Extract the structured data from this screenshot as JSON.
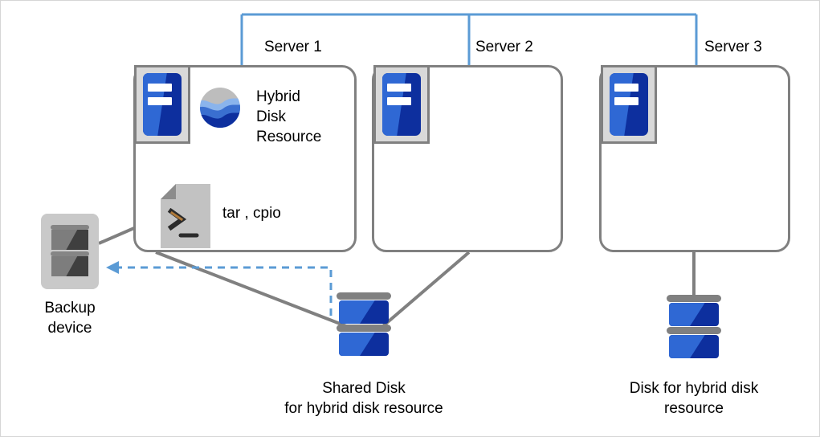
{
  "diagram": {
    "title": "Hybrid disk resource cluster backup diagram",
    "colors": {
      "network_line": "#5b9bd5",
      "connector_line": "#808080",
      "box_border": "#808080",
      "disk_blue_light": "#2f68d4",
      "disk_blue_dark": "#0d2f9e",
      "backup_gray": "#c9c9c9",
      "frame_border": "#d6d6d6"
    }
  },
  "servers": [
    {
      "id": "server-1",
      "label": "Server 1"
    },
    {
      "id": "server-2",
      "label": "Server 2"
    },
    {
      "id": "server-3",
      "label": "Server 3"
    }
  ],
  "server1_contents": {
    "resource_label": "Hybrid\nDisk\nResource",
    "resource_icon": "hybrid-disk-sphere-icon",
    "tool_label": "tar , cpio",
    "tool_icon": "script-terminal-icon"
  },
  "storage": [
    {
      "id": "shared-disk",
      "label": "Shared Disk\nfor hybrid disk resource",
      "icon": "disk-stack-icon"
    },
    {
      "id": "hybrid-disk",
      "label": "Disk for hybrid disk\nresource",
      "icon": "disk-stack-icon"
    }
  ],
  "backup": {
    "id": "backup-device",
    "label": "Backup\ndevice",
    "icon": "backup-device-icon"
  },
  "connections": {
    "network_bus": "blue bracket linking Server 1, Server 2, Server 3 at top",
    "shared_disk_links": [
      "Server 1 to Shared Disk",
      "Server 2 to Shared Disk"
    ],
    "hybrid_disk_link": "Server 3 to Disk for hybrid disk resource",
    "backup_link": "Server 1 to Backup device",
    "backup_flow": "dashed arrow from Shared Disk to Backup device"
  }
}
